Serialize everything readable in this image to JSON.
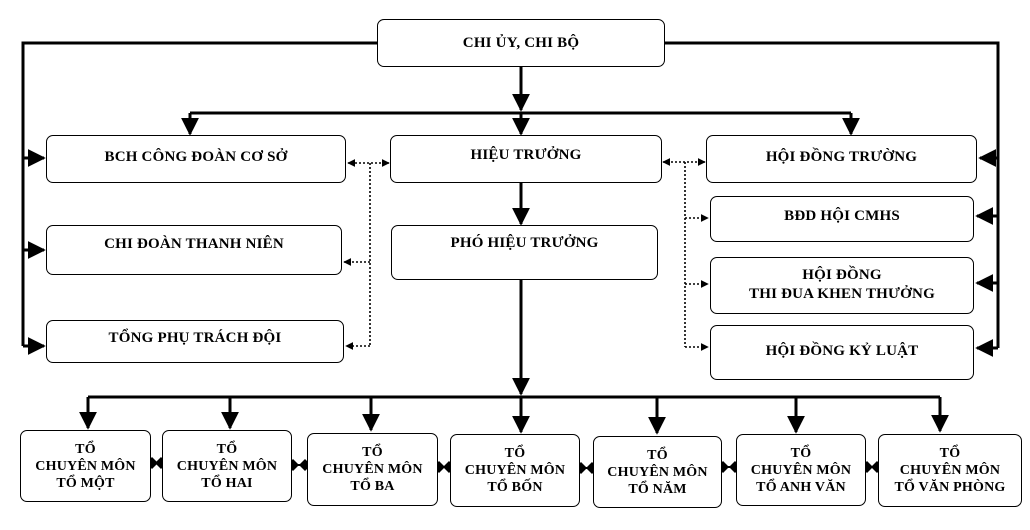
{
  "party": {
    "label": "CHI ỦY, CHI BỘ"
  },
  "left": {
    "union": "BCH CÔNG ĐOÀN CƠ SỞ",
    "youth": "CHI ĐOÀN THANH NIÊN",
    "pioneer": "TỔNG PHỤ TRÁCH ĐỘI"
  },
  "center": {
    "principal": "HIỆU TRƯỞNG",
    "vice_principal": "PHÓ HIỆU TRƯỞNG"
  },
  "right": {
    "school_council": "HỘI ĐỒNG TRƯỜNG",
    "parents_board": "BĐD HỘI CMHS",
    "emulation_line1": "HỘI ĐỒNG",
    "emulation_line2": "THI ĐUA KHEN THƯỞNG",
    "discipline": "HỘI ĐỒNG KỶ LUẬT"
  },
  "teams": [
    {
      "line1": "TỔ",
      "line2": "CHUYÊN MÔN",
      "line3": "TỔ MỘT"
    },
    {
      "line1": "TỔ",
      "line2": "CHUYÊN MÔN",
      "line3": "TỔ HAI"
    },
    {
      "line1": "TỔ",
      "line2": "CHUYÊN MÔN",
      "line3": "TỔ BA"
    },
    {
      "line1": "TỔ",
      "line2": "CHUYÊN MÔN",
      "line3": "TỔ BỐN"
    },
    {
      "line1": "TỔ",
      "line2": "CHUYÊN MÔN",
      "line3": "TỔ NĂM"
    },
    {
      "line1": "TỔ",
      "line2": "CHUYÊN MÔN",
      "line3": "TỔ ANH VĂN"
    },
    {
      "line1": "TỔ",
      "line2": "CHUYÊN MÔN",
      "line3": "TỔ VĂN PHÒNG"
    }
  ]
}
